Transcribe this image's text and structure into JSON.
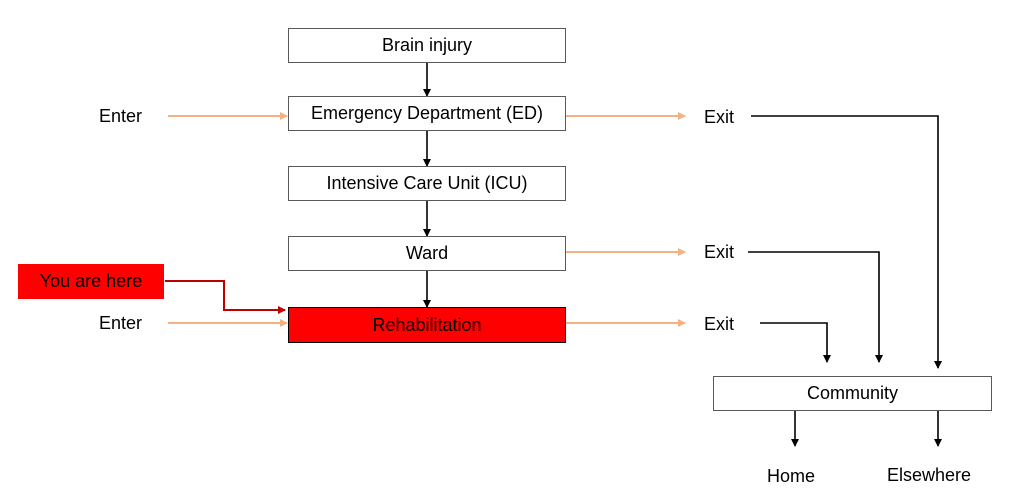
{
  "nodes": {
    "brain_injury": "Brain injury",
    "emergency_department": "Emergency Department (ED)",
    "icu": "Intensive Care Unit (ICU)",
    "ward": "Ward",
    "rehabilitation": "Rehabilitation",
    "community": "Community"
  },
  "callout": "You are here",
  "entries": {
    "ed_enter": "Enter",
    "rehab_enter": "Enter"
  },
  "exits": {
    "ed_exit": "Exit",
    "ward_exit": "Exit",
    "rehab_exit": "Exit"
  },
  "destinations": {
    "home": "Home",
    "elsewhere": "Elsewhere"
  },
  "colors": {
    "highlight": "#ff0000",
    "enter_exit_arrow": "#f4b183",
    "flow_arrow": "#000000",
    "callout_connector": "#c00000"
  }
}
